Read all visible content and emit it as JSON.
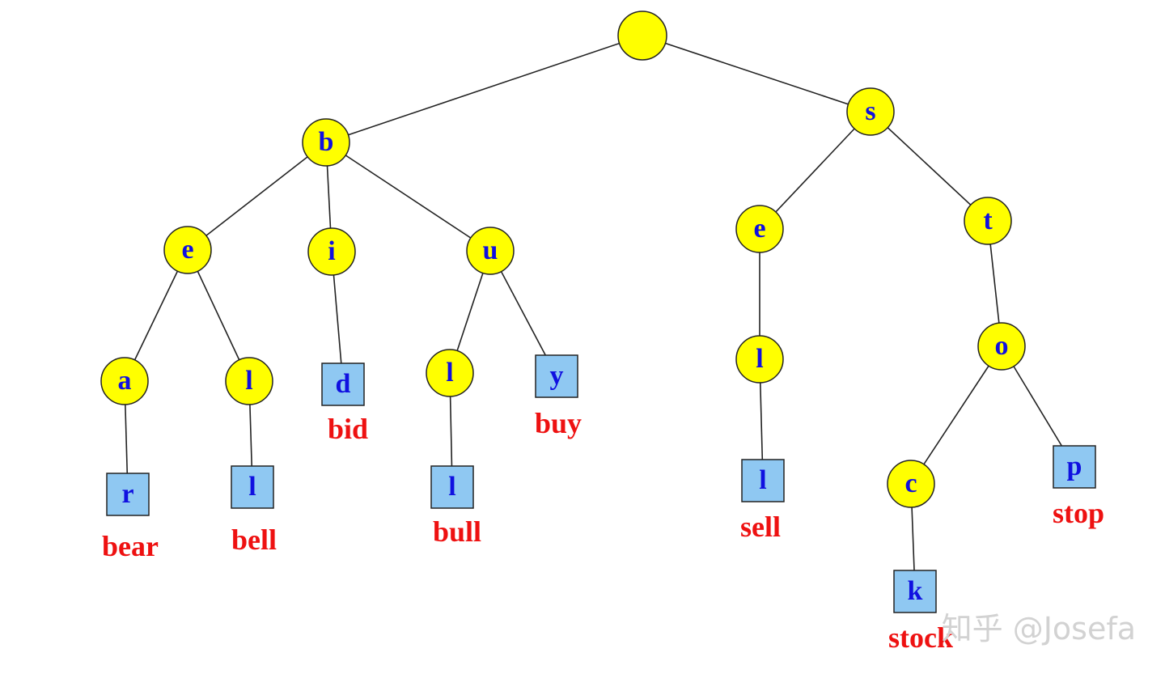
{
  "colors": {
    "inner_node_fill": "#ffff00",
    "leaf_node_fill": "#8fc8f2",
    "letter": "#1010e0",
    "word": "#ee1111",
    "edge": "#222222",
    "watermark": "#d2d2d2"
  },
  "nodes": {
    "root": {
      "letter": "",
      "kind": "circle"
    },
    "b": {
      "letter": "b",
      "kind": "circle"
    },
    "be": {
      "letter": "e",
      "kind": "circle"
    },
    "bea": {
      "letter": "a",
      "kind": "circle"
    },
    "bear": {
      "letter": "r",
      "kind": "square",
      "word": "bear"
    },
    "bel": {
      "letter": "l",
      "kind": "circle"
    },
    "bell": {
      "letter": "l",
      "kind": "square",
      "word": "bell"
    },
    "bi": {
      "letter": "i",
      "kind": "circle"
    },
    "bid": {
      "letter": "d",
      "kind": "square",
      "word": "bid"
    },
    "bu": {
      "letter": "u",
      "kind": "circle"
    },
    "bul": {
      "letter": "l",
      "kind": "circle"
    },
    "bull": {
      "letter": "l",
      "kind": "square",
      "word": "bull"
    },
    "buy": {
      "letter": "y",
      "kind": "square",
      "word": "buy"
    },
    "s": {
      "letter": "s",
      "kind": "circle"
    },
    "se": {
      "letter": "e",
      "kind": "circle"
    },
    "sel": {
      "letter": "l",
      "kind": "circle"
    },
    "sell": {
      "letter": "l",
      "kind": "square",
      "word": "sell"
    },
    "st": {
      "letter": "t",
      "kind": "circle"
    },
    "sto": {
      "letter": "o",
      "kind": "circle"
    },
    "stoc": {
      "letter": "c",
      "kind": "circle"
    },
    "stock": {
      "letter": "k",
      "kind": "square",
      "word": "stock"
    },
    "stop": {
      "letter": "p",
      "kind": "square",
      "word": "stop"
    }
  },
  "edges": [
    [
      "root",
      "b"
    ],
    [
      "root",
      "s"
    ],
    [
      "b",
      "be"
    ],
    [
      "b",
      "bi"
    ],
    [
      "b",
      "bu"
    ],
    [
      "be",
      "bea"
    ],
    [
      "be",
      "bel"
    ],
    [
      "bea",
      "bear"
    ],
    [
      "bel",
      "bell"
    ],
    [
      "bi",
      "bid"
    ],
    [
      "bu",
      "bul"
    ],
    [
      "bu",
      "buy"
    ],
    [
      "bul",
      "bull"
    ],
    [
      "s",
      "se"
    ],
    [
      "s",
      "st"
    ],
    [
      "se",
      "sel"
    ],
    [
      "sel",
      "sell"
    ],
    [
      "st",
      "sto"
    ],
    [
      "sto",
      "stoc"
    ],
    [
      "sto",
      "stop"
    ],
    [
      "stoc",
      "stock"
    ]
  ],
  "watermark": "知乎 @Josefa"
}
